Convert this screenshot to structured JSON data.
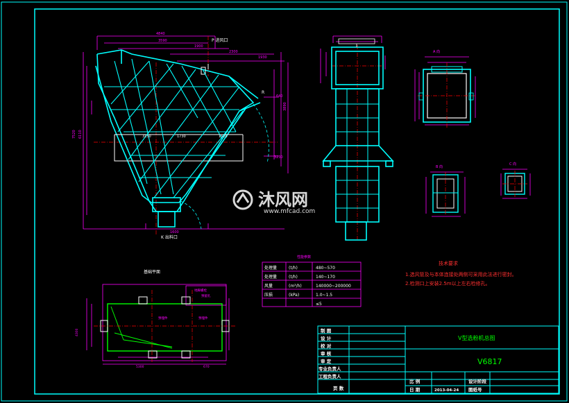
{
  "drawing": {
    "title": "V型选粉机总图",
    "drawing_number": "V6817",
    "scale_label": "比 例",
    "date_label": "日 期",
    "date_value": "2013-04-24",
    "design_label": "设计阶段",
    "drawing_no_label": "图纸号",
    "page_label": "页 数",
    "signature_rows": [
      "制 图",
      "设 计",
      "校 对",
      "审 核",
      "审 定",
      "专业负责人",
      "工程负责人"
    ]
  },
  "tech_requirements": {
    "title": "技术要求",
    "items": [
      "1.选风管及与本体连接处两侧可采用此法进行密封。",
      "2.检测口上安装2.5m以上左右检修孔。"
    ]
  },
  "performance_table": {
    "title": "性能参数",
    "rows": [
      [
        "处理量",
        "(t/h)",
        "480~570"
      ],
      [
        "处理量",
        "(t/h)",
        "140~170"
      ],
      [
        "风量",
        "(m³/h)",
        "140000~200000"
      ],
      [
        "压损",
        "(kPa)",
        "1.0~1.5"
      ],
      [
        "",
        "",
        "≤5"
      ]
    ]
  },
  "labels": {
    "base_plan": "基础平面",
    "view_a": "A 向",
    "view_b": "B 向",
    "view_c": "C 向",
    "inlet_top": "P 进风口",
    "outlet_bottom": "K 出料口",
    "section_r": "R"
  },
  "watermark": {
    "brand": "沐风网",
    "url": "www.mfcad.com"
  },
  "colors": {
    "background": "#000000",
    "frame": "#00ffff",
    "body_lines": "#00ffff",
    "dimensions": "#ff00ff",
    "centerlines": "#ff0000",
    "text_green": "#00ff00",
    "text_white": "#ffffff",
    "text_red": "#ff3030",
    "highlight": "#ffffff"
  }
}
